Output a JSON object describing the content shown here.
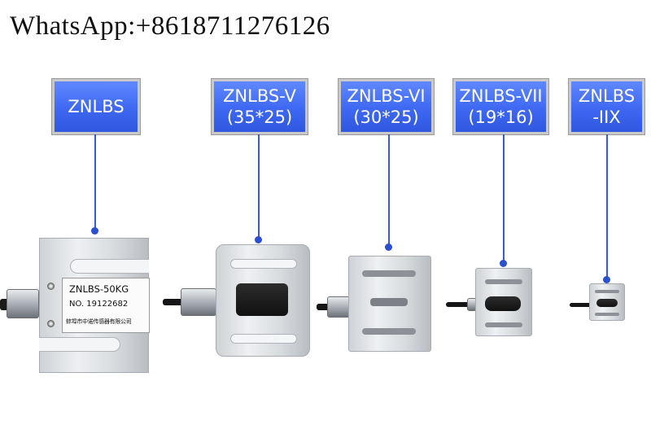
{
  "contact": {
    "text": "WhatsApp:+8618711276126"
  },
  "models": [
    {
      "line1": "ZNLBS",
      "line2": ""
    },
    {
      "line1": "ZNLBS-V",
      "line2": "(35*25)"
    },
    {
      "line1": "ZNLBS-VI",
      "line2": "(30*25)"
    },
    {
      "line1": "ZNLBS-VII",
      "line2": "(19*16)"
    },
    {
      "line1": "ZNLBS",
      "line2": "-IIX"
    }
  ],
  "nameplate": {
    "model": "ZNLBS-50KG",
    "serial": "NO. 19122682",
    "maker": "蚌埠市中诺传感器有限公司"
  },
  "colors": {
    "label_blue": "#3e68f2",
    "leader_line": "#3b5bd6",
    "background": "#ffffff"
  }
}
